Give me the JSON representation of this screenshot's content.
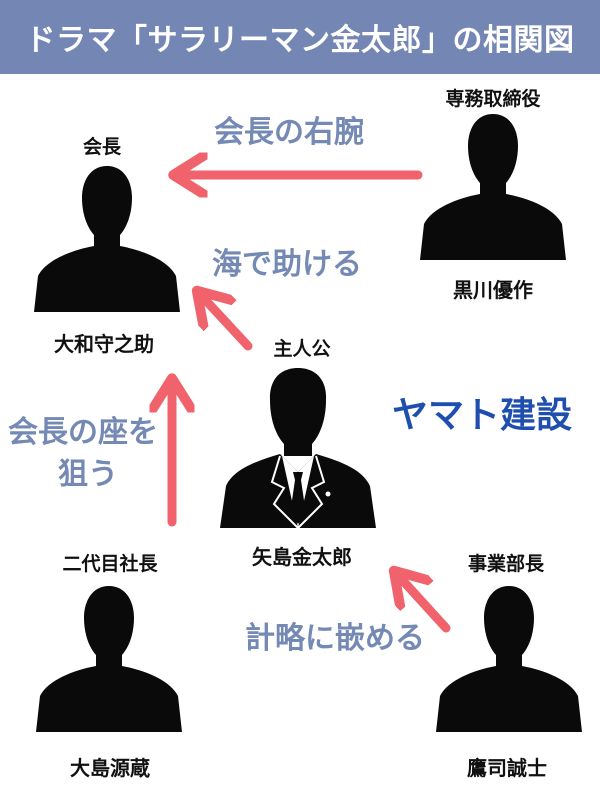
{
  "title": "ドラマ「サラリーマン金太郎」の相関図",
  "company": "ヤマト建設",
  "characters": {
    "chairman": {
      "role": "会長",
      "name": "大和守之助"
    },
    "director": {
      "role": "専務取締役",
      "name": "黒川優作"
    },
    "protagonist": {
      "role": "主人公",
      "name": "矢島金太郎"
    },
    "second_president": {
      "role": "二代目社長",
      "name": "大島源蔵"
    },
    "division_head": {
      "role": "事業部長",
      "name": "鷹司誠士"
    }
  },
  "relations": {
    "right_hand": "会長の右腕",
    "saved_at_sea": "海で助ける",
    "aim_seat_line1": "会長の座を",
    "aim_seat_line2": "狙う",
    "trap": "計略に嵌める"
  },
  "colors": {
    "header_bg": "#7487b4",
    "arrow": "#f0636c",
    "relation_text": "#7589b5",
    "company_text": "#1f4fae",
    "silhouette": "#0a0a0a"
  }
}
